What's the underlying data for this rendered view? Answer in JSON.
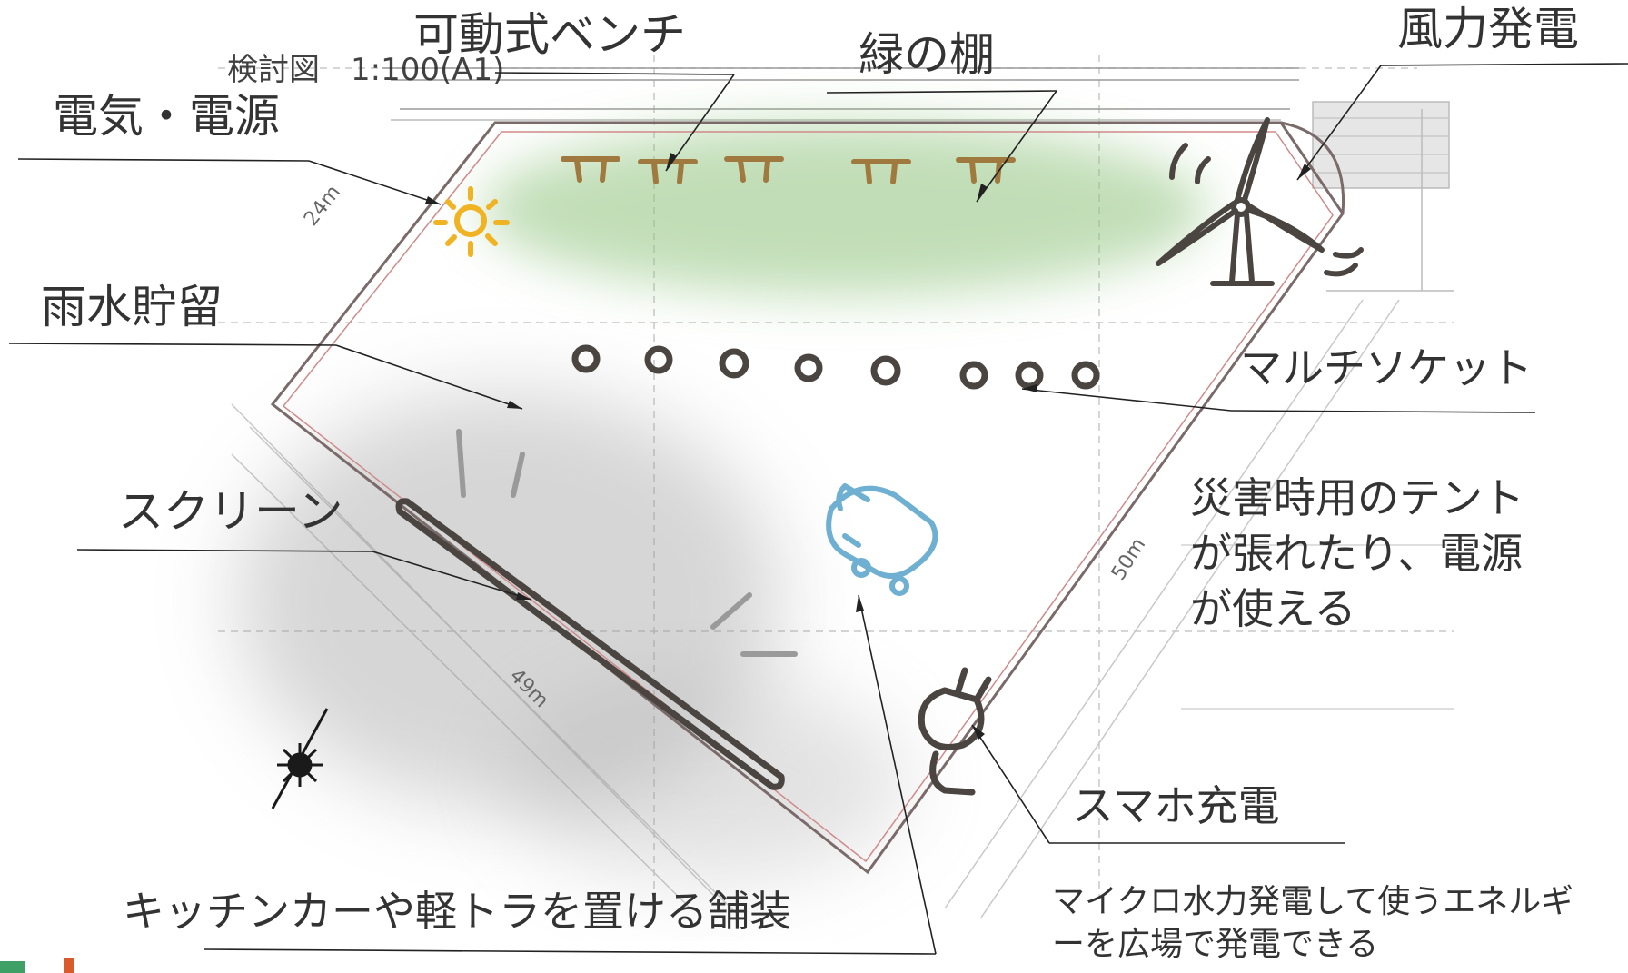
{
  "header": {
    "plan_title": "検討図　1:100(A1)"
  },
  "labels": {
    "movable_bench": "可動式ベンチ",
    "green_shelf": "緑の棚",
    "wind_power": "風力発電",
    "electricity": "電気・電源",
    "rainwater": "雨水貯留",
    "multi_socket": "マルチソケット",
    "disaster_tent": "災害時用のテントが張れたり、電源が使える",
    "screen": "スクリーン",
    "phone_charge": "スマホ充電",
    "kitchen_paving": "キッチンカーや軽トラを置ける舗装",
    "micro_hydro": "マイクロ水力発電して使うエネルギーを広場で発電できる"
  },
  "dimensions": {
    "d24": "24m",
    "d49": "49m",
    "d50": "50m"
  },
  "colors": {
    "label_text": "#333333",
    "leader_line": "#222222",
    "green_wash": "#8fc37d",
    "gray_wash": "#9a9a9a",
    "sun": "#f0b323",
    "bench": "#a0793e",
    "sketch": "#4a4540",
    "car_icon": "#6fb0d2",
    "plan_red": "#d08a8a"
  },
  "icons": [
    "sun-icon",
    "wind-turbine-icon",
    "plug-icon",
    "car-icon",
    "bench-icon",
    "socket-icon",
    "compass-icon"
  ]
}
